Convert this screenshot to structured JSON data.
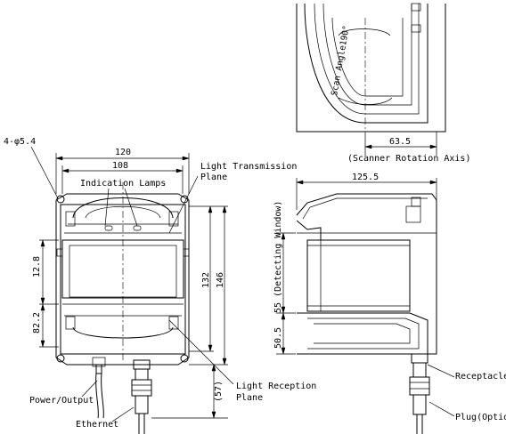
{
  "labels": {
    "holes": "4-φ5.4",
    "width_outer": "120",
    "width_inner": "108",
    "indication_lamps": "Indication Lamps",
    "light_transmission_1": "Light Transmission",
    "light_transmission_2": "Plane",
    "dim_12_8": "12.8",
    "dim_82_2": "82.2",
    "dim_132": "132",
    "dim_146": "146",
    "dim_57": "(57)",
    "light_reception_1": "Light Reception",
    "light_reception_2": "Plane",
    "power_output": "Power/Output",
    "ethernet": "Ethernet",
    "scan_angle": "Scan Angle190°",
    "dim_63_5": "63.5",
    "scanner_axis": "(Scanner Rotation Axis)",
    "dim_125_5": "125.5",
    "detecting_window": "55 (Detecting Window)",
    "dim_50_5": "50.5",
    "receptacle": "Receptacle",
    "plug_option": "Plug(Option)"
  }
}
